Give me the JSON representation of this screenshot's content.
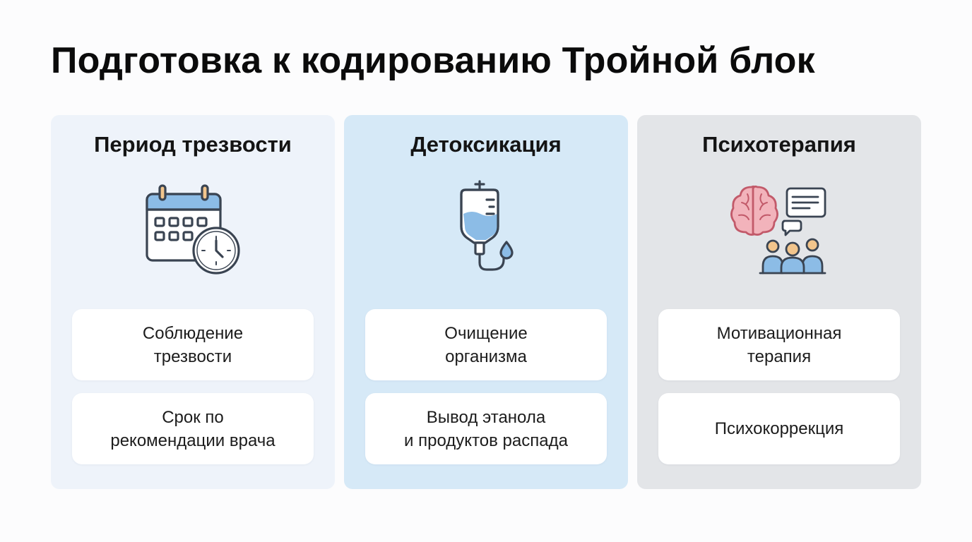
{
  "title": "Подготовка к кодированию Тройной блок",
  "colors": {
    "column_1_bg": "#eef3fa",
    "column_2_bg": "#d6e9f7",
    "column_3_bg": "#e3e5e8",
    "icon_accent_blue": "#8cbce6",
    "icon_accent_pink": "#e8939f",
    "icon_accent_orange": "#f2c58c"
  },
  "columns": [
    {
      "title": "Период трезвости",
      "icon": "calendar-clock-icon",
      "items": [
        {
          "text": "Соблюдение\nтрезвости"
        },
        {
          "text": "Срок по\nрекомендации врача"
        }
      ]
    },
    {
      "title": "Детоксикация",
      "icon": "iv-drip-icon",
      "items": [
        {
          "text": "Очищение\nорганизма"
        },
        {
          "text": "Вывод этанола\nи продуктов распада"
        }
      ]
    },
    {
      "title": "Психотерапия",
      "icon": "brain-group-therapy-icon",
      "items": [
        {
          "text": "Мотивационная\nтерапия"
        },
        {
          "text": "Психокоррекция"
        }
      ]
    }
  ]
}
